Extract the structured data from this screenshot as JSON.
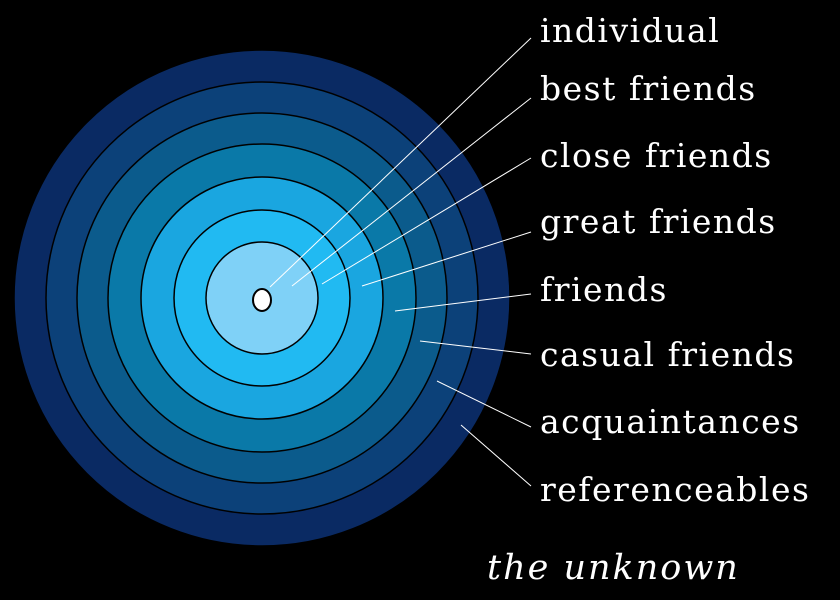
{
  "diagram": {
    "rings": [
      {
        "label": "referenceables",
        "color": "#0a2a63"
      },
      {
        "label": "acquaintances",
        "color": "#0c4179"
      },
      {
        "label": "casual friends",
        "color": "#0b5b8c"
      },
      {
        "label": "friends",
        "color": "#0a79a8"
      },
      {
        "label": "great friends",
        "color": "#1aa6e0"
      },
      {
        "label": "close friends",
        "color": "#21baf2"
      },
      {
        "label": "best friends",
        "color": "#7fd1f7"
      }
    ],
    "center": {
      "label": "individual",
      "color": "#ffffff"
    },
    "outside_label": "the unknown"
  }
}
